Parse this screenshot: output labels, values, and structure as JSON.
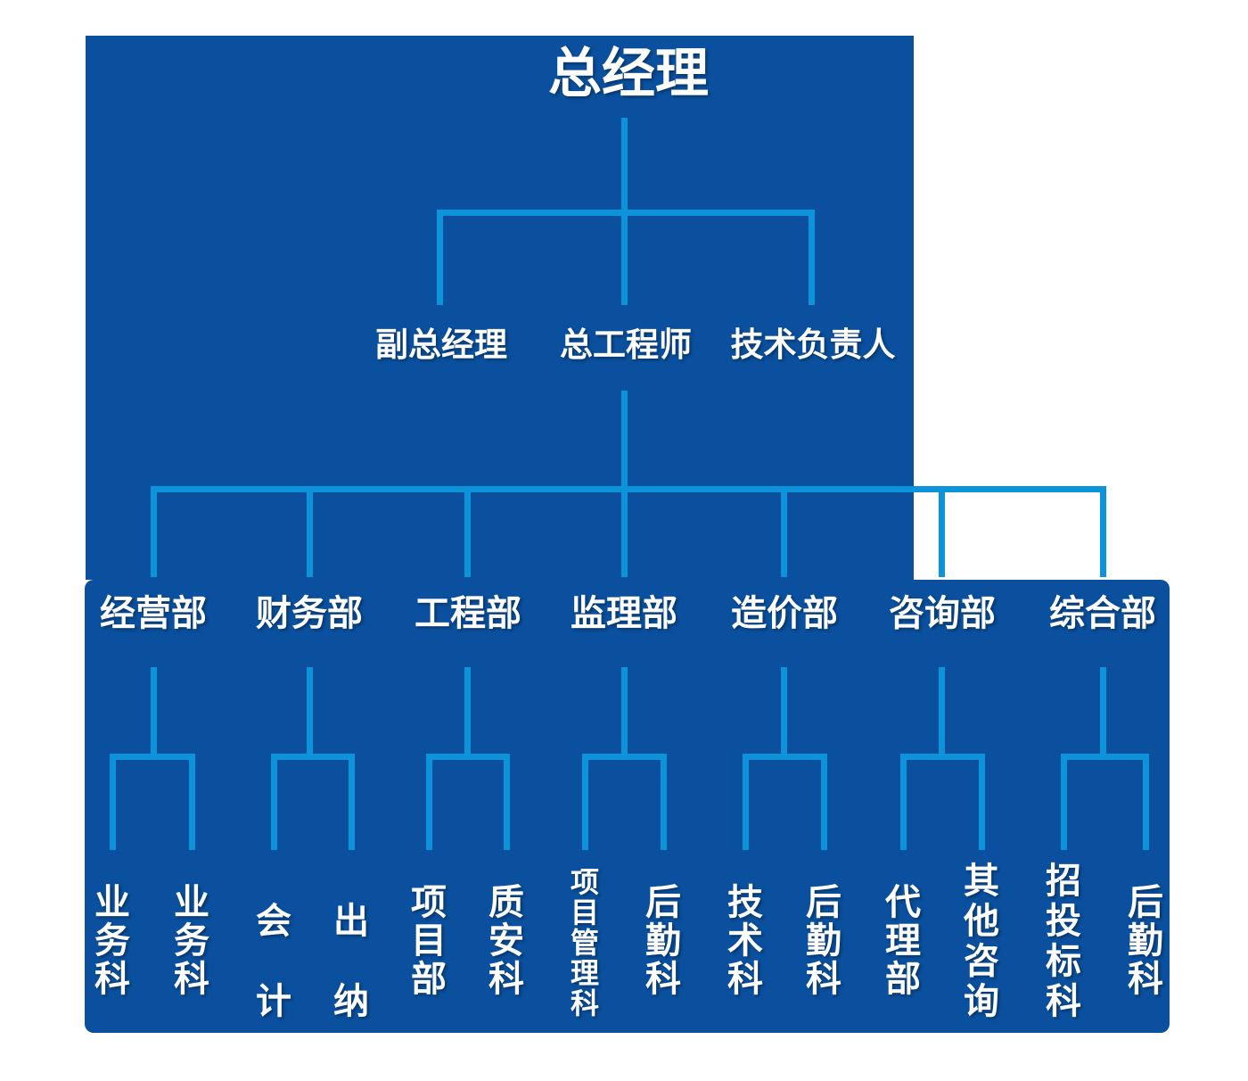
{
  "title": "总经理",
  "level2": [
    {
      "label": "副总经理"
    },
    {
      "label": "总工程师"
    },
    {
      "label": "技术负责人"
    }
  ],
  "departments": [
    {
      "label": "经营部",
      "children": [
        "业务科",
        "业务科"
      ]
    },
    {
      "label": "财务部",
      "children": [
        "会计",
        "出纳"
      ]
    },
    {
      "label": "工程部",
      "children": [
        "项目部",
        "质安科"
      ]
    },
    {
      "label": "监理部",
      "children": [
        "项目管理科",
        "后勤科"
      ]
    },
    {
      "label": "造价部",
      "children": [
        "技术科",
        "后勤科"
      ]
    },
    {
      "label": "咨询部",
      "children": [
        "代理部",
        "其他咨询"
      ]
    },
    {
      "label": "综合部",
      "children": [
        "招投标科",
        "后勤科"
      ]
    }
  ],
  "colors": {
    "background_panel": "#0a509e",
    "connector_line": "#0c93da",
    "text": "#ffffff",
    "page_background": "#ffffff"
  }
}
